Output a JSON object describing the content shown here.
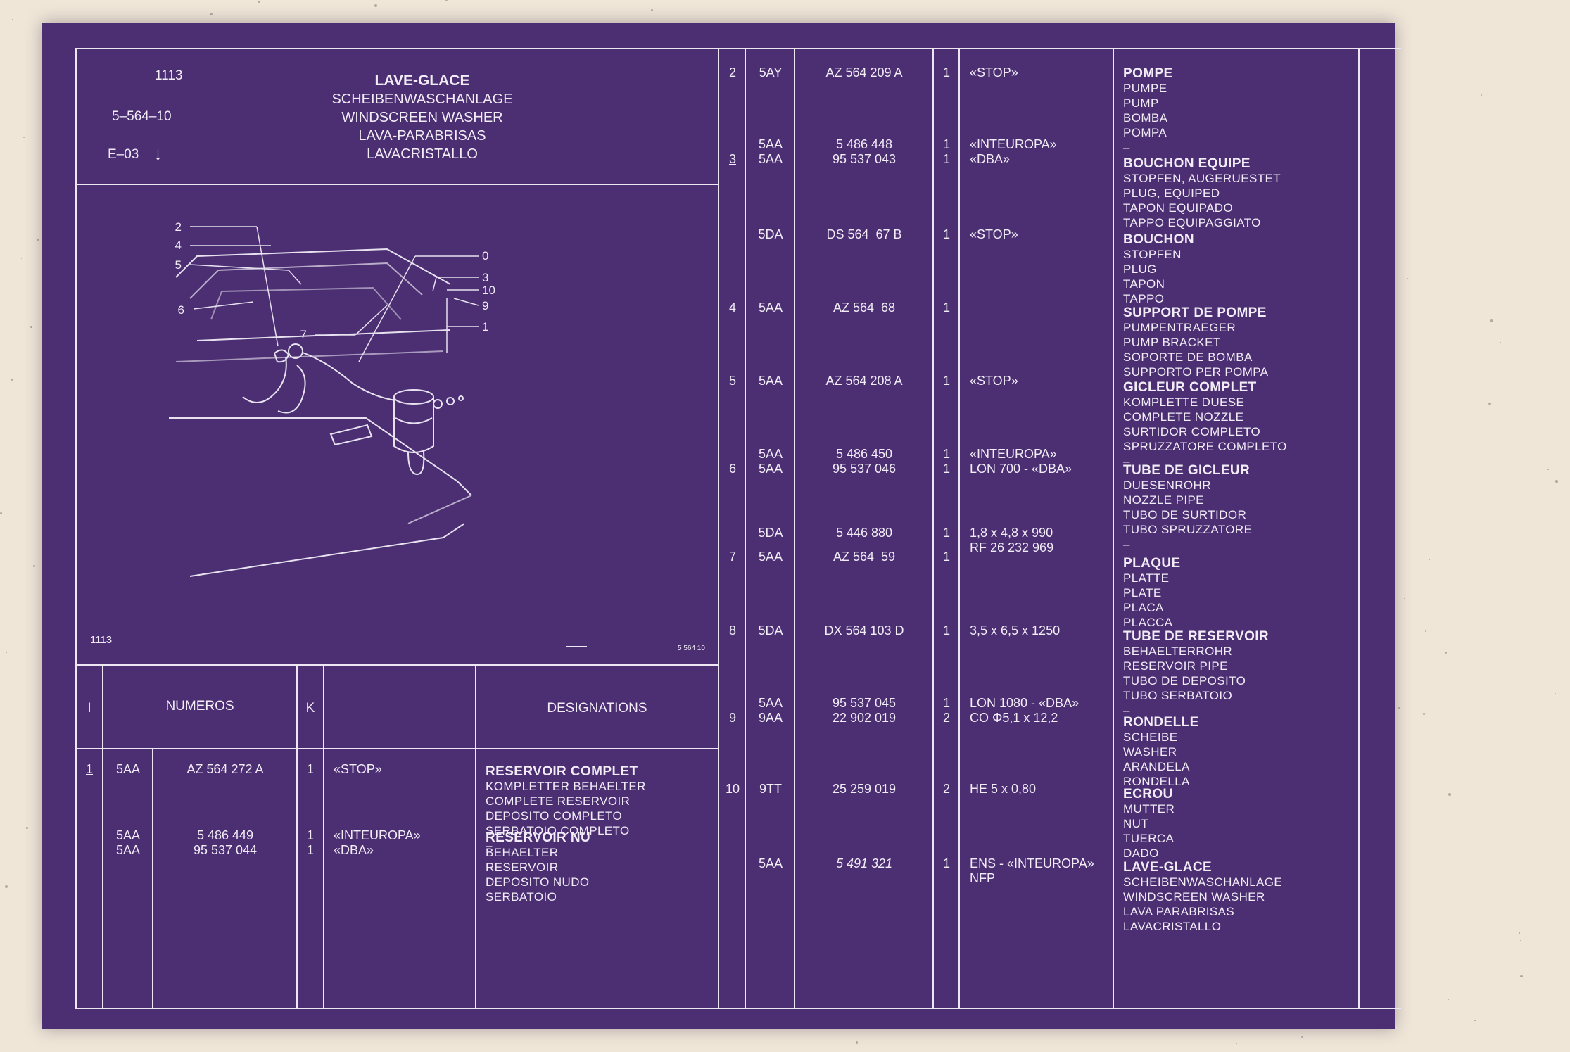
{
  "header": {
    "code": "1113",
    "ref": "5–564–10",
    "edition": "E–03",
    "arrow": "↓",
    "titles": [
      "LAVE-GLACE",
      "SCHEIBENWASCHANLAGE",
      "WINDSCREEN WASHER",
      "LAVA-PARABRISAS",
      "LAVACRISTALLO"
    ]
  },
  "diagram": {
    "callouts": [
      "2",
      "4",
      "5",
      "6",
      "7",
      "0",
      "3",
      "10",
      "9",
      "1"
    ],
    "code_bottom_left": "1113",
    "code_bottom_right": "5 564 10"
  },
  "columns": {
    "index": "I",
    "numbers": "NUMEROS",
    "k": "K",
    "designations": "DESIGNATIONS"
  },
  "left_rows": [
    {
      "idx": "1",
      "lines": [
        {
          "repere": "5AA",
          "num": "AZ 564 272 A",
          "k": "1",
          "note": "«STOP»"
        }
      ],
      "designation": [
        "RESERVOIR COMPLET",
        "KOMPLETTER BEHAELTER",
        "COMPLETE RESERVOIR",
        "DEPOSITO COMPLETO",
        "SERBATOIO COMPLETO",
        "–"
      ]
    },
    {
      "idx": "",
      "lines": [
        {
          "repere": "5AA",
          "num": "5 486 449",
          "k": "1",
          "note": "«INTEUROPA»"
        },
        {
          "repere": "5AA",
          "num": "95 537 044",
          "k": "1",
          "note": "«DBA»"
        }
      ],
      "designation": [
        "RESERVOIR NU",
        "BEHAELTER",
        "RESERVOIR",
        "DEPOSITO NUDO",
        "SERBATOIO"
      ]
    }
  ],
  "right_rows": [
    {
      "lines": [
        {
          "idx": "2",
          "repere": "5AY",
          "num": "AZ 564 209 A",
          "k": "1",
          "note": "«STOP»"
        }
      ],
      "designation": [
        "POMPE",
        "PUMPE",
        "PUMP",
        "BOMBA",
        "POMPA",
        "–"
      ]
    },
    {
      "lines": [
        {
          "idx": "",
          "repere": "5AA",
          "num": "5 486 448",
          "k": "1",
          "note": "«INTEUROPA»"
        },
        {
          "idx": "3",
          "repere": "5AA",
          "num": "95 537 043",
          "k": "1",
          "note": "«DBA»"
        }
      ],
      "designation": [
        "BOUCHON EQUIPE",
        "STOPFEN, AUGERUESTET",
        "PLUG, EQUIPED",
        "TAPON EQUIPADO",
        "TAPPO EQUIPAGGIATO"
      ]
    },
    {
      "lines": [
        {
          "idx": "",
          "repere": "5DA",
          "num": "DS 564  67 B",
          "k": "1",
          "note": "«STOP»"
        }
      ],
      "designation": [
        "BOUCHON",
        "STOPFEN",
        "PLUG",
        "TAPON",
        "TAPPO"
      ]
    },
    {
      "lines": [
        {
          "idx": "4",
          "repere": "5AA",
          "num": "AZ 564  68",
          "k": "1",
          "note": ""
        }
      ],
      "designation": [
        "SUPPORT DE POMPE",
        "PUMPENTRAEGER",
        "PUMP BRACKET",
        "SOPORTE DE BOMBA",
        "SUPPORTO PER POMPA"
      ]
    },
    {
      "lines": [
        {
          "idx": "5",
          "repere": "5AA",
          "num": "AZ 564 208 A",
          "k": "1",
          "note": "«STOP»"
        }
      ],
      "designation": [
        "GICLEUR COMPLET",
        "KOMPLETTE DUESE",
        "COMPLETE NOZZLE",
        "SURTIDOR COMPLETO",
        "SPRUZZATORE COMPLETO",
        "–"
      ]
    },
    {
      "lines": [
        {
          "idx": "",
          "repere": "5AA",
          "num": "5 486 450",
          "k": "1",
          "note": "«INTEUROPA»"
        },
        {
          "idx": "6",
          "repere": "5AA",
          "num": "95 537 046",
          "k": "1",
          "note": "LON 700 - «DBA»"
        }
      ],
      "designation": [
        "TUBE DE GICLEUR",
        "DUESENROHR",
        "NOZZLE PIPE",
        "TUBO DE SURTIDOR",
        "TUBO SPRUZZATORE",
        "–"
      ]
    },
    {
      "lines": [
        {
          "idx": "",
          "repere": "5DA",
          "num": "5 446 880",
          "k": "1",
          "note": "1,8 x 4,8 x 990"
        },
        {
          "idx": "",
          "repere": "",
          "num": "",
          "k": "",
          "note": "RF 26 232 969"
        }
      ],
      "designation": []
    },
    {
      "lines": [
        {
          "idx": "7",
          "repere": "5AA",
          "num": "AZ 564  59",
          "k": "1",
          "note": ""
        }
      ],
      "designation": [
        "PLAQUE",
        "PLATTE",
        "PLATE",
        "PLACA",
        "PLACCA"
      ]
    },
    {
      "lines": [
        {
          "idx": "8",
          "repere": "5DA",
          "num": "DX 564 103 D",
          "k": "1",
          "note": "3,5 x 6,5 x 1250"
        }
      ],
      "designation": [
        "TUBE DE RESERVOIR",
        "BEHAELTERROHR",
        "RESERVOIR PIPE",
        "TUBO DE DEPOSITO",
        "TUBO SERBATOIO",
        "–"
      ]
    },
    {
      "lines": [
        {
          "idx": "",
          "repere": "5AA",
          "num": "95 537 045",
          "k": "1",
          "note": "LON 1080 - «DBA»"
        },
        {
          "idx": "9",
          "repere": "9AA",
          "num": "22 902 019",
          "k": "2",
          "note": "CO Φ5,1 x 12,2"
        }
      ],
      "designation": [
        "RONDELLE",
        "SCHEIBE",
        "WASHER",
        "ARANDELA",
        "RONDELLA"
      ]
    },
    {
      "lines": [
        {
          "idx": "10",
          "repere": "9TT",
          "num": "25 259 019",
          "k": "2",
          "note": "HE 5 x 0,80"
        }
      ],
      "designation": [
        "ECROU",
        "MUTTER",
        "NUT",
        "TUERCA",
        "DADO"
      ]
    },
    {
      "lines": [
        {
          "idx": "",
          "repere": "5AA",
          "num": "5 491 321",
          "k": "1",
          "note": "ENS - «INTEUROPA»"
        },
        {
          "idx": "",
          "repere": "",
          "num": "",
          "k": "",
          "note": "NFP"
        }
      ],
      "designation": [
        "LAVE-GLACE",
        "SCHEIBENWASCHANLAGE",
        "WINDSCREEN WASHER",
        "LAVA PARABRISAS",
        "LAVACRISTALLO"
      ]
    }
  ],
  "colors": {
    "sheet": "#4b2f72",
    "ink": "#f1ecf6",
    "paper": "#efe6d8"
  }
}
